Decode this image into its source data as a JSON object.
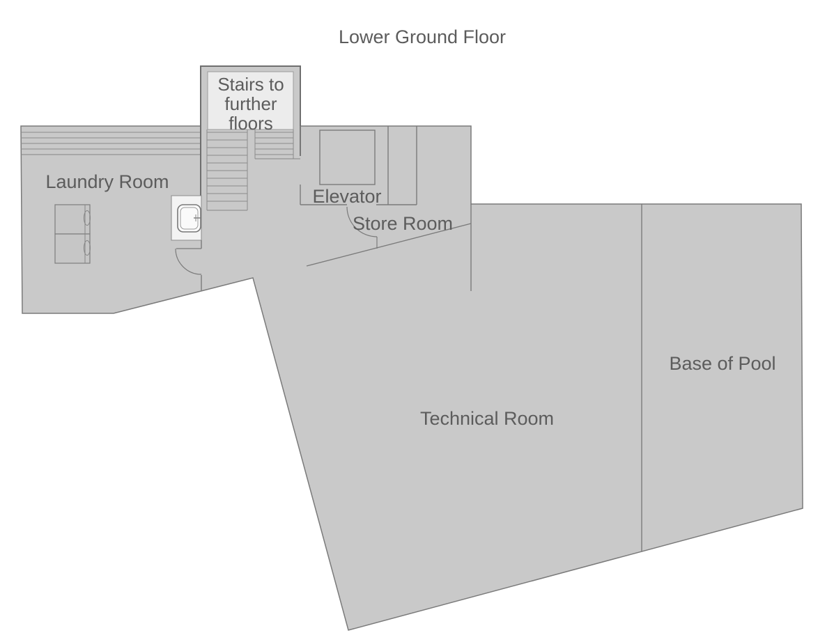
{
  "title": "Lower Ground Floor",
  "colors": {
    "background": "#ffffff",
    "room_fill": "#c9c9c9",
    "wall": "#7a7a7a",
    "panel_fill": "#ececec",
    "fixture_fill": "#f3f3f3",
    "text": "#5c5c5c"
  },
  "rooms": {
    "stairs": {
      "label_line1": "Stairs to",
      "label_line2": "further",
      "label_line3": "floors"
    },
    "laundry": {
      "label": "Laundry Room"
    },
    "elevator": {
      "label": "Elevator"
    },
    "store": {
      "label": "Store Room"
    },
    "technical": {
      "label": "Technical Room"
    },
    "pool": {
      "label": "Base of Pool"
    }
  }
}
